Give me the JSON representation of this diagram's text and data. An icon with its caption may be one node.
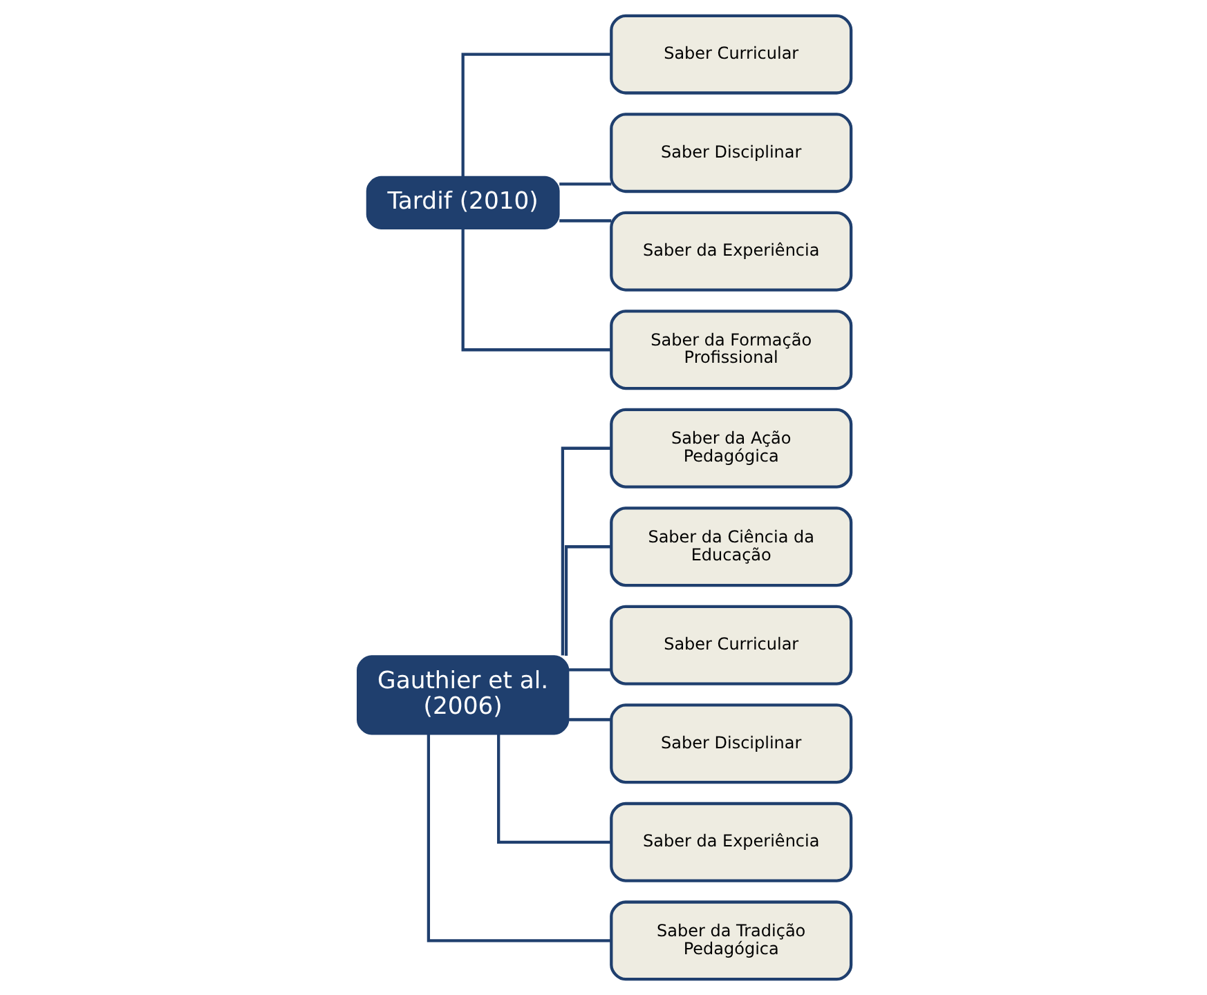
{
  "diagram": {
    "nodes": [
      {
        "text": [
          "Gauthier et al. (2006)"
        ]
      },
      {
        "text": [
          "Saber da Ação Pedagógica"
        ]
      },
      {
        "text": [
          "Saber da Ciência da Educação"
        ]
      },
      {
        "text": [
          "Saber Curricular"
        ]
      },
      {
        "text": [
          "Saber Disciplinar"
        ]
      },
      {
        "text": [
          "Saber da Experiência"
        ]
      },
      {
        "text": [
          "Saber da Tradição Pedagógica"
        ]
      },
      {
        "text": [
          "Tardif (2010)"
        ]
      },
      {
        "text": [
          "Saber Curricular"
        ]
      },
      {
        "text": [
          "Saber Disciplinar"
        ]
      },
      {
        "text": [
          "Saber da Experiência"
        ]
      },
      {
        "text": [
          "Saber da Formação Profissional"
        ]
      }
    ],
    "edges": [
      {
        "from": 0,
        "to": 1,
        "arrow": "none"
      },
      {
        "from": 0,
        "to": 2,
        "arrow": "none"
      },
      {
        "from": 0,
        "to": 3,
        "arrow": "none"
      },
      {
        "from": 0,
        "to": 4,
        "arrow": "none"
      },
      {
        "from": 0,
        "to": 5,
        "arrow": "none"
      },
      {
        "from": 0,
        "to": 6,
        "arrow": "none"
      },
      {
        "from": 7,
        "to": 8,
        "arrow": "none"
      },
      {
        "from": 7,
        "to": 9,
        "arrow": "none"
      },
      {
        "from": 7,
        "to": 10,
        "arrow": "none"
      },
      {
        "from": 7,
        "to": 11,
        "arrow": "none"
      }
    ]
  }
}
